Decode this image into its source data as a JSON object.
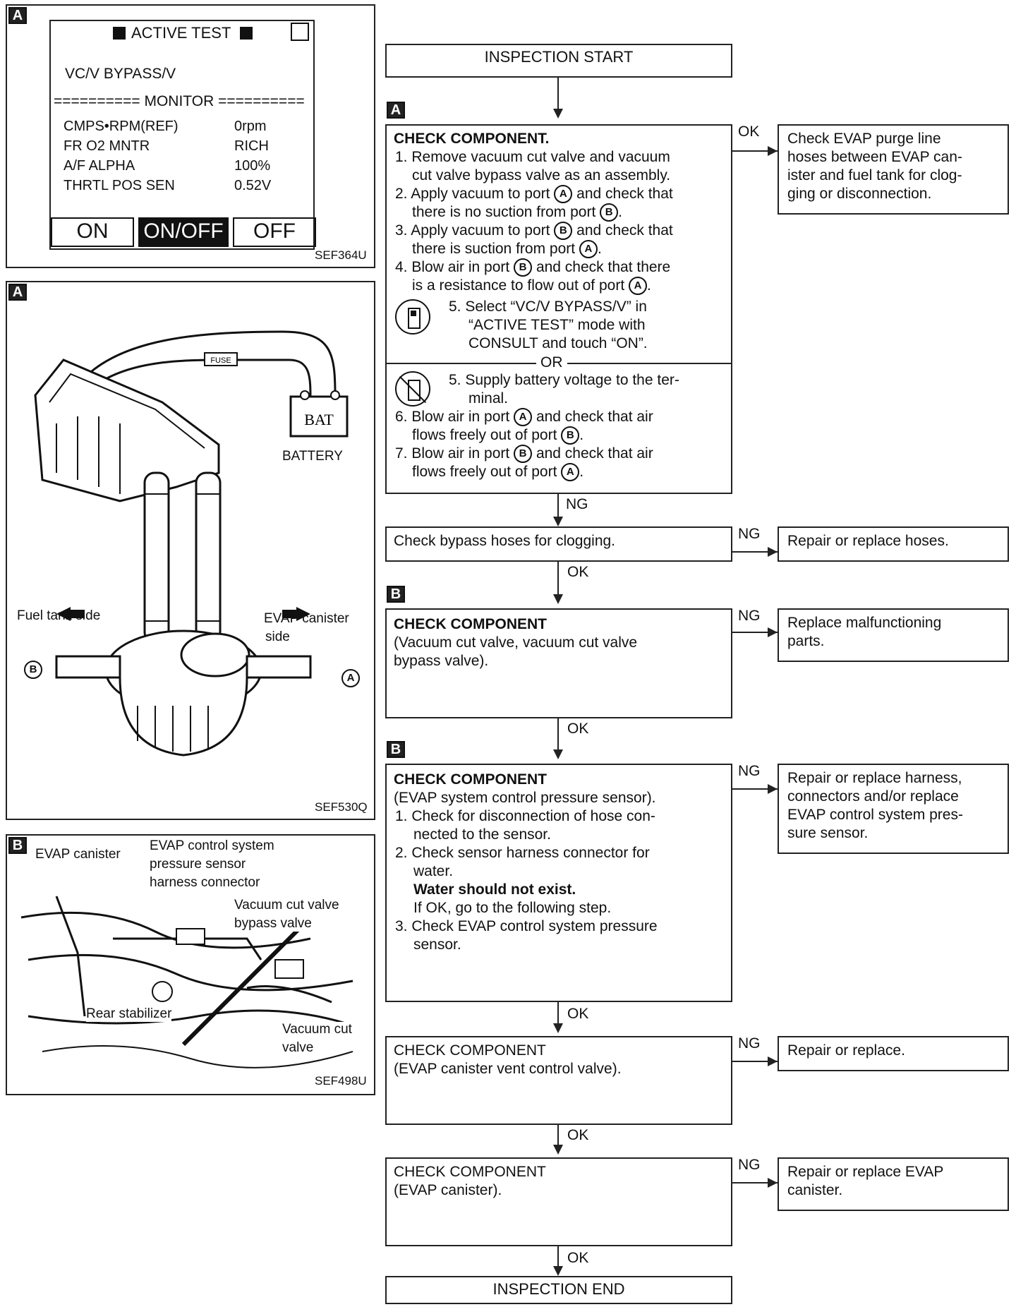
{
  "consult_panel": {
    "tag": "A",
    "title": "ACTIVE TEST",
    "item": "VC/V BYPASS/V",
    "monitor_label": "========== MONITOR ==========",
    "rows": [
      {
        "label": "CMPS•RPM(REF)",
        "value": "0rpm"
      },
      {
        "label": "FR O2 MNTR",
        "value": "RICH"
      },
      {
        "label": "A/F ALPHA",
        "value": "100%"
      },
      {
        "label": "THRTL POS SEN",
        "value": "0.52V"
      }
    ],
    "buttons": {
      "on": "ON",
      "onoff": "ON/OFF",
      "off": "OFF"
    },
    "ref": "SEF364U"
  },
  "component_panel": {
    "tag": "A",
    "fuse": "FUSE",
    "bat": "BAT",
    "battery": "BATTERY",
    "fuel_tank_side": "Fuel tank side",
    "evap_side_1": "EVAP canister",
    "evap_side_2": "side",
    "port_a": "A",
    "port_b": "B",
    "ref": "SEF530Q"
  },
  "location_panel": {
    "tag": "B",
    "evap_canister": "EVAP canister",
    "sensor_1": "EVAP control system",
    "sensor_2": "pressure sensor",
    "sensor_3": "harness connector",
    "bypass_1": "Vacuum cut valve",
    "bypass_2": "bypass valve",
    "stabilizer": "Rear stabilizer",
    "vcv_1": "Vacuum cut",
    "vcv_2": "valve",
    "ref": "SEF498U"
  },
  "flow": {
    "start": "INSPECTION START",
    "end": "INSPECTION END",
    "labels": {
      "ok": "OK",
      "ng": "NG",
      "or": "OR"
    },
    "step1": {
      "tag": "A",
      "title": "CHECK COMPONENT.",
      "l1a": "1. Remove vacuum cut valve and vacuum",
      "l1b": "cut valve bypass valve as an assembly.",
      "l2a": "2. Apply vacuum to port",
      "l2b": "and check that",
      "l2c": "there is no suction from port",
      "l3a": "3. Apply vacuum to port",
      "l3b": "and check that",
      "l3c": "there is suction from port",
      "l4a": "4. Blow air in port",
      "l4b": "and check that there",
      "l4c": "is a resistance to flow out of port",
      "l5a": "5. Select “VC/V BYPASS/V” in",
      "l5b": "“ACTIVE TEST” mode with",
      "l5c": "CONSULT and touch “ON”.",
      "l5d": "5. Supply battery voltage to the ter-",
      "l5e": "minal.",
      "l6a": "6. Blow air in port",
      "l6b": "and check that air",
      "l6c": "flows freely out of port",
      "l7a": "7. Blow air in port",
      "l7b": "and check that air",
      "l7c": "flows freely out of port",
      "side_1": "Check EVAP purge line",
      "side_2": "hoses between EVAP can-",
      "side_3": "ister and fuel tank for clog-",
      "side_4": "ging or disconnection."
    },
    "step2": {
      "text": "Check bypass hoses for clogging.",
      "side": "Repair or replace hoses."
    },
    "step3": {
      "tag": "B",
      "title": "CHECK COMPONENT",
      "l1": "(Vacuum cut valve, vacuum cut valve",
      "l2": "bypass valve).",
      "side_1": "Replace malfunctioning",
      "side_2": "parts."
    },
    "step4": {
      "tag": "B",
      "title": "CHECK COMPONENT",
      "l1": "(EVAP system control pressure sensor).",
      "l2": "1. Check for disconnection of hose con-",
      "l3": "nected to the sensor.",
      "l4": "2. Check sensor harness connector for",
      "l5": "water.",
      "l6": "Water should not exist.",
      "l7": "If OK, go to the following step.",
      "l8": "3. Check EVAP control system pressure",
      "l9": "sensor.",
      "side_1": "Repair or replace harness,",
      "side_2": "connectors and/or replace",
      "side_3": "EVAP control system pres-",
      "side_4": "sure sensor."
    },
    "step5": {
      "title": "CHECK COMPONENT",
      "l1": "(EVAP canister vent control valve).",
      "side": "Repair or replace."
    },
    "step6": {
      "title": "CHECK COMPONENT",
      "l1": "(EVAP canister).",
      "side_1": "Repair or replace EVAP",
      "side_2": "canister."
    }
  }
}
